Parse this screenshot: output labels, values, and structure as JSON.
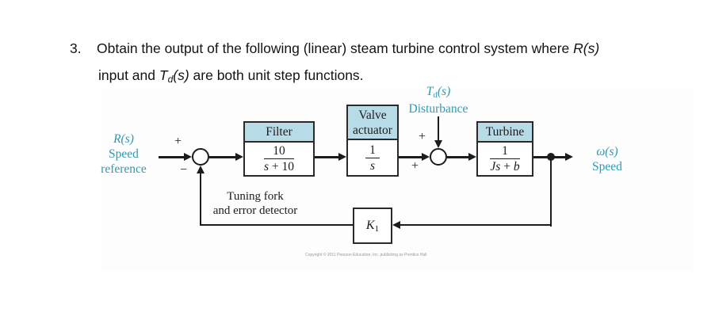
{
  "page": {
    "problem_number": "3.",
    "title_line1_pre": "Obtain the output of the following (linear) steam turbine control system where ",
    "title_line1_var": "R(s)",
    "title_line2_pre": "input and ",
    "title_line2_var_base": "T",
    "title_line2_var_sub": "d",
    "title_line2_var_paren": "(s)",
    "title_line2_post": "  are both unit step functions."
  },
  "diagram": {
    "input_label": {
      "var": "R(s)",
      "caption_line1": "Speed",
      "caption_line2": "reference"
    },
    "disturbance_label": {
      "var_base": "T",
      "var_sub": "d",
      "var_paren": "(s)",
      "caption": "Disturbance"
    },
    "output_label": {
      "var": "ω(s)",
      "caption": "Speed"
    },
    "sum1": {
      "sign_top": "+",
      "sign_bottom": "−"
    },
    "sum2": {
      "sign_top": "+",
      "sign_bottom": "+"
    },
    "blocks": {
      "filter": {
        "title": "Filter",
        "num": "10",
        "den_var": "s",
        "den_rest": " + 10"
      },
      "valve": {
        "title_line1": "Valve",
        "title_line2": "actuator",
        "num": "1",
        "den": "s"
      },
      "turbine": {
        "title": "Turbine",
        "num": "1",
        "den_var": "Js",
        "den_mid": " + ",
        "den_var2": "b"
      },
      "feedback": {
        "gain_base": "K",
        "gain_sub": "1",
        "caption_line1": "Tuning fork",
        "caption_line2": "and error detector"
      }
    },
    "colors": {
      "accent_teal": "#2b9bb4",
      "block_header": "#b8dbe8",
      "line": "#1c1c1c"
    }
  },
  "footer": {
    "copyright": "Copyright © 2011 Pearson Education, Inc. publishing as Prentice Hall"
  }
}
